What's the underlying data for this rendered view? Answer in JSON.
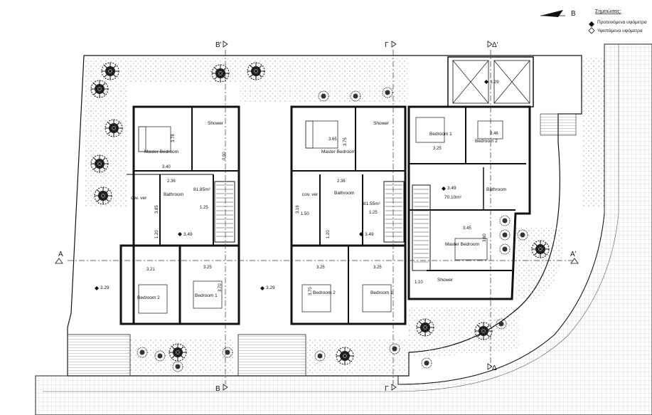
{
  "north_label": "B",
  "legend": {
    "title": "Σημειώσεις:",
    "proposed": "Προτεινόμενα υψόμετρα",
    "existing": "Υφιστάμενα υψόμετρα"
  },
  "sections": {
    "b_prime": "B'",
    "g": "Γ",
    "d_prime": "Δ'",
    "b": "B",
    "d": "Δ",
    "a": "A",
    "a_prime": "A'"
  },
  "rooms": {
    "master_bedroom": "Master Bedroom",
    "shower": "Shower",
    "bathroom": "Bathroom",
    "bedroom_1": "Bedroom 1",
    "bedroom_2": "Bedroom 2",
    "cov_ver": "cov. ver"
  },
  "areas": {
    "house1": "81.85m²",
    "house2": "81.55m²",
    "house3": "70.10m²"
  },
  "levels": {
    "top_right": "3.29",
    "house1_hall": "3.49",
    "house2_hall": "3.49",
    "house3_hall": "3.49",
    "yard_left": "3.29",
    "yard_mid": "3.29"
  },
  "dimensions": {
    "d340": "3.40",
    "d378": "3.78",
    "d365": "3.65",
    "d375": "3.75",
    "d346": "3.46",
    "d325": "3.25",
    "d321": "3.21",
    "d385": "3.85",
    "d125": "1.25",
    "d150": "1.50",
    "d120": "1.20",
    "d345": "3.45",
    "d360": "3.60",
    "d110": "1.10",
    "d370": "3.70",
    "d236": "2.36",
    "d090": "0.90",
    "d316": "3.16"
  }
}
